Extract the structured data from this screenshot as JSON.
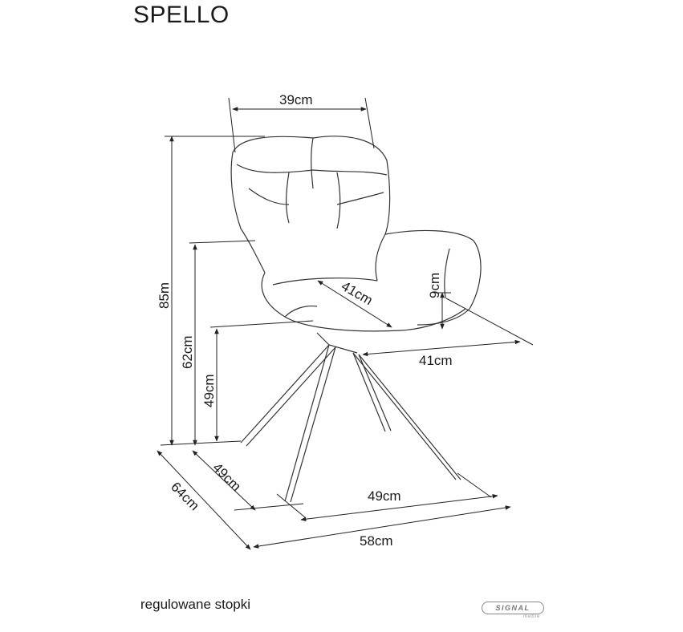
{
  "title": "SPELLO",
  "caption": "regulowane stopki",
  "brand": {
    "name": "SIGNAL",
    "sub": "meble"
  },
  "dimensions": {
    "seat_back_width": "39cm",
    "total_height": "85m",
    "armrest_height": "62cm",
    "seat_height": "49cm",
    "seat_depth": "41cm",
    "armrest_above_seat": "9cm",
    "seat_width": "41cm",
    "base_depth": "49cm",
    "total_depth": "64cm",
    "base_width": "49cm",
    "total_width": "58cm"
  }
}
